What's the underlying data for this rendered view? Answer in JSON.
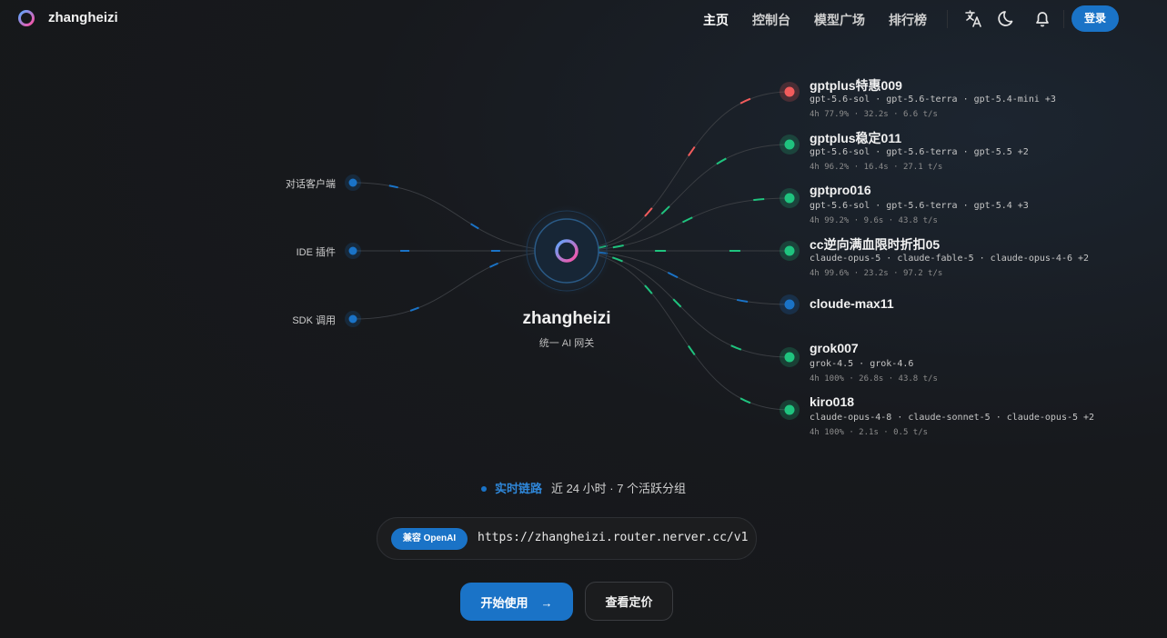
{
  "header": {
    "brand": "zhangheizi",
    "nav": [
      "主页",
      "控制台",
      "模型广场",
      "排行榜"
    ],
    "login_label": "登录",
    "icons": [
      "translate-icon",
      "moon-icon",
      "bell-icon"
    ]
  },
  "inputs": [
    "对话客户端",
    "IDE 插件",
    "SDK 调用"
  ],
  "hub": {
    "title": "zhangheizi",
    "subtitle": "统一 AI 网关"
  },
  "nodes": [
    {
      "name": "gptplus特惠009",
      "status_color": "#f25c5c",
      "models": "gpt-5.6-sol · gpt-5.6-terra · gpt-5.4-mini +3",
      "stats": "4h 77.9% · 32.2s · 6.6 t/s"
    },
    {
      "name": "gptplus稳定011",
      "status_color": "#1fc37e",
      "models": "gpt-5.6-sol · gpt-5.6-terra · gpt-5.5 +2",
      "stats": "4h 96.2% · 16.4s · 27.1 t/s"
    },
    {
      "name": "gptpro016",
      "status_color": "#1fc37e",
      "models": "gpt-5.6-sol · gpt-5.6-terra · gpt-5.4 +3",
      "stats": "4h 99.2% · 9.6s · 43.8 t/s"
    },
    {
      "name": "cc逆向满血限时折扣05",
      "status_color": "#1fc37e",
      "models": "claude-opus-5 · claude-fable-5 · claude-opus-4-6 +2",
      "stats": "4h 99.6% · 23.2s · 97.2 t/s"
    },
    {
      "name": "cloude-max11",
      "status_color": "#1a73c7",
      "models": "",
      "stats": ""
    },
    {
      "name": "grok007",
      "status_color": "#1fc37e",
      "models": "grok-4.5 · grok-4.6",
      "stats": "4h 100% · 26.8s · 43.8 t/s"
    },
    {
      "name": "kiro018",
      "status_color": "#1fc37e",
      "models": "claude-opus-4-8 · claude-sonnet-5 · claude-opus-5 +2",
      "stats": "4h 100% · 2.1s · 0.5 t/s"
    }
  ],
  "status": {
    "live_label": "实时链路",
    "meta": "近 24 小时 · 7 个活跃分组"
  },
  "endpoint": {
    "badge": "兼容 OpenAI",
    "url": "https://zhangheizi.router.nerver.cc/v1"
  },
  "actions": {
    "start_label": "开始使用",
    "pricing_label": "查看定价"
  },
  "colors": {
    "accent": "#1a73c7",
    "ok": "#1fc37e",
    "error": "#f25c5c"
  }
}
